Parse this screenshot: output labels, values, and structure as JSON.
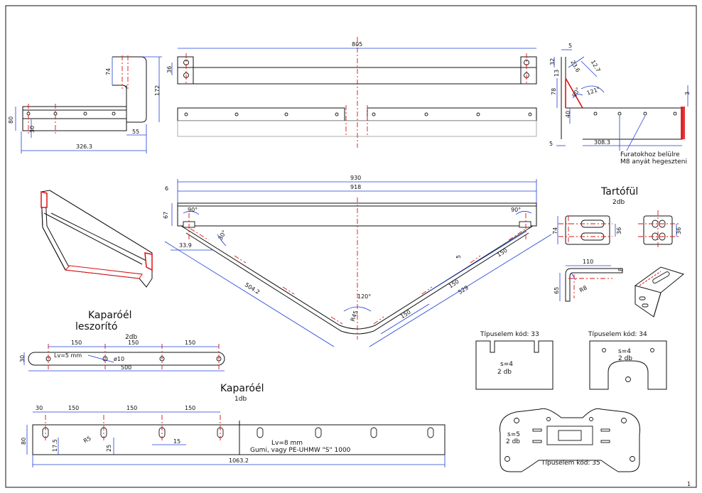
{
  "dims": {
    "d805": "805",
    "d74": "74",
    "d172": "172",
    "d36": "36",
    "d80": "80",
    "d30": "30",
    "d55": "55",
    "d326": "326.3",
    "d5a": "5",
    "d32": "32",
    "d236": "23.6",
    "d127": "12.7",
    "d13": "13",
    "d78": "78",
    "d90a": "90°",
    "d121": "121°",
    "d3": "3",
    "d40": "40",
    "d5b": "5",
    "d308": "308.3",
    "d930": "930",
    "d918": "918",
    "d6": "6",
    "d67": "67",
    "d90b": "90°",
    "d90c": "90°",
    "d30deg": "30°",
    "d339": "33.9",
    "d504": "504.2",
    "d120": "120°",
    "dR45": "R45",
    "d150a": "150",
    "d150b": "150",
    "d150c": "150",
    "d529": "529",
    "d5c": "5",
    "dT74": "74",
    "dT36a": "36",
    "dT36b": "36",
    "dT110": "110",
    "dT8": "8",
    "dT65": "65",
    "dR8": "R8",
    "dL150a": "150",
    "dL150b": "150",
    "dL150c": "150",
    "dL30": "30",
    "dL500": "500",
    "dLd10": "ø10",
    "dK30": "30",
    "dK150a": "150",
    "dK150b": "150",
    "dK150c": "150",
    "dK80": "80",
    "dK175": "17.5",
    "dKR5": "R5",
    "dK25": "25",
    "dK15": "15",
    "dK1063": "1063.2"
  },
  "notes": {
    "weld_line1": "Furatokhoz belülre",
    "weld_line2": "M8 anyát hegeszteni",
    "leszorito_lv": "Lv=5 mm",
    "kaparoel_lv": "Lv=8 mm",
    "kaparoel_mat": "Gumi, vagy PE-UHMW \"S\" 1000",
    "tipus33_s": "s=4",
    "tipus33_q": "2 db",
    "tipus34_s": "s=4",
    "tipus34_q": "2 db",
    "tipus35_s": "s=5",
    "tipus35_q": "2 db"
  },
  "titles": {
    "tartoful": "Tartófül",
    "tartoful_qty": "2db",
    "leszorito1": "Kaparóél",
    "leszorito2": "leszorító",
    "leszorito_qty": "2db",
    "kaparoel": "Kaparóél",
    "kaparoel_qty": "1db",
    "tipus33": "Típuselem kód: 33",
    "tipus34": "Típuselem kód: 34",
    "tipus35": "Típuselem kód: 35",
    "sheet_no": "1"
  },
  "colors": {
    "dimension": "#1f3fd6",
    "centerline": "#e01010",
    "outline": "#111111"
  }
}
